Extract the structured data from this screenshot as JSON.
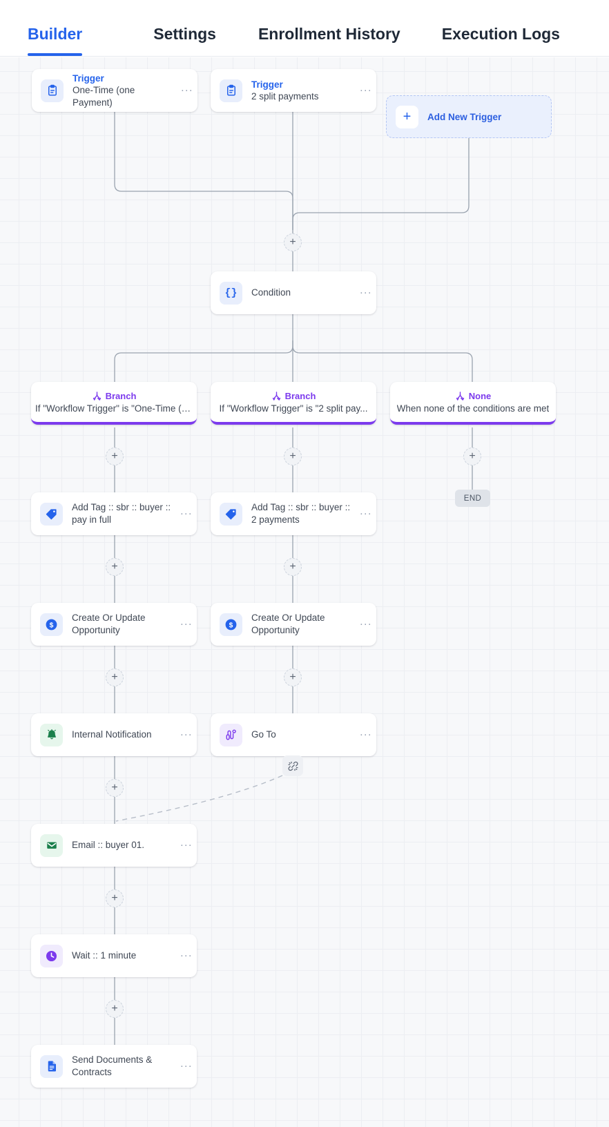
{
  "tabs": [
    {
      "label": "Builder",
      "active": true
    },
    {
      "label": "Settings",
      "active": false
    },
    {
      "label": "Enrollment History",
      "active": false
    },
    {
      "label": "Execution Logs",
      "active": false
    }
  ],
  "triggers": [
    {
      "title": "Trigger",
      "subtitle": "One-Time (one Payment)",
      "icon": "clipboard-icon",
      "menu": "..."
    },
    {
      "title": "Trigger",
      "subtitle": "2 split payments",
      "icon": "clipboard-icon",
      "menu": "..."
    }
  ],
  "add_trigger": {
    "label": "Add New Trigger",
    "icon": "plus-icon"
  },
  "condition": {
    "label": "Condition",
    "icon": "braces-icon",
    "menu": "..."
  },
  "branches": [
    {
      "name": "Branch",
      "description": "If \"Workflow Trigger\" is \"One-Time (o...",
      "icon": "branch-fork-icon"
    },
    {
      "name": "Branch",
      "description": "If \"Workflow Trigger\" is \"2 split pay...",
      "icon": "branch-fork-icon"
    },
    {
      "name": "None",
      "description": "When none of the conditions are met",
      "icon": "branch-fork-icon"
    }
  ],
  "nodes": {
    "tag_1": {
      "label": "Add Tag :: sbr :: buyer :: pay in full",
      "icon": "tag-icon",
      "menu": "..."
    },
    "tag_2": {
      "label": "Add Tag :: sbr :: buyer :: 2 payments",
      "icon": "tag-icon",
      "menu": "..."
    },
    "opp_1": {
      "label": "Create Or Update Opportunity",
      "icon": "dollar-circle-icon",
      "menu": "..."
    },
    "opp_2": {
      "label": "Create Or Update Opportunity",
      "icon": "dollar-circle-icon",
      "menu": "..."
    },
    "notification": {
      "label": "Internal Notification",
      "icon": "bell-icon",
      "menu": "..."
    },
    "goto": {
      "label": "Go To",
      "icon": "goto-path-icon",
      "menu": "..."
    },
    "email": {
      "label": "Email :: buyer 01.",
      "icon": "envelope-icon",
      "menu": "..."
    },
    "wait": {
      "label": "Wait :: 1 minute",
      "icon": "clock-icon",
      "menu": "..."
    },
    "docs": {
      "label": "Send Documents & Contracts",
      "icon": "document-icon",
      "menu": "..."
    }
  },
  "end_badge": {
    "label": "END"
  },
  "goto_link": {
    "icon": "broken-link-icon"
  },
  "add_step": {
    "label": "+"
  },
  "colors": {
    "accent_blue": "#2563eb",
    "branch_purple": "#7c3aed",
    "icon_green": "#1a7f4b",
    "canvas_bg": "#f7f8fa",
    "edge_gray": "#9aa3af"
  }
}
